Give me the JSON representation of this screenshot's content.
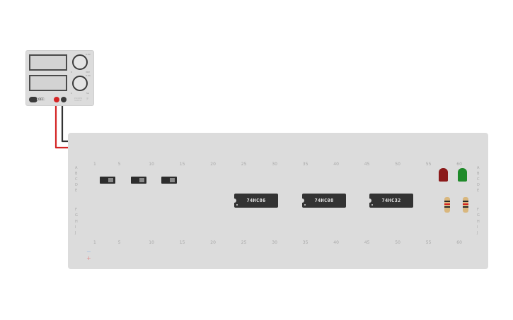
{
  "power_supply": {
    "display_1": "",
    "display_2": "",
    "knob_1_label_top": "0.0V",
    "knob_1_label_min": "0",
    "knob_1_label_max": "30V",
    "knob_2_label_top": "0.0A",
    "knob_2_label_min": "0",
    "knob_2_label_max": "5A",
    "power_toggle_label": "OFF",
    "brand_label": "POWER SUPPLY",
    "bolt_icon": "⚡",
    "terminal_positive_color": "#d42424",
    "terminal_negative_color": "#3a3a3a"
  },
  "breadboard": {
    "column_numbers": [
      "1",
      "5",
      "10",
      "15",
      "20",
      "25",
      "30",
      "35",
      "40",
      "45",
      "50",
      "55",
      "60"
    ],
    "row_letters_top": [
      "A",
      "B",
      "C",
      "D",
      "E"
    ],
    "row_letters_bottom": [
      "F",
      "G",
      "H",
      "I",
      "J"
    ],
    "rail_minus": "−",
    "rail_plus": "+",
    "rail_minus_color": "#9bbbe0",
    "rail_plus_color": "#e08a8a"
  },
  "chips": [
    {
      "label": "74HC86"
    },
    {
      "label": "74HC08"
    },
    {
      "label": "74HC32"
    }
  ],
  "switches": [
    {
      "name": "switch-1"
    },
    {
      "name": "switch-2"
    },
    {
      "name": "switch-3"
    }
  ],
  "leds": [
    {
      "color": "#8b1a1a",
      "name": "red"
    },
    {
      "color": "#1f8a2a",
      "name": "green"
    }
  ],
  "wire_colors": {
    "power": "#d42424",
    "ground": "#333333",
    "cyan": "#5ec3d6",
    "yellow": "#f5d100",
    "gray": "#8a8a8a",
    "blue": "#1e8fd0",
    "magenta": "#d2328f",
    "orange": "#f08a1c",
    "purple": "#7a3f9e",
    "white": "#ffffff"
  }
}
